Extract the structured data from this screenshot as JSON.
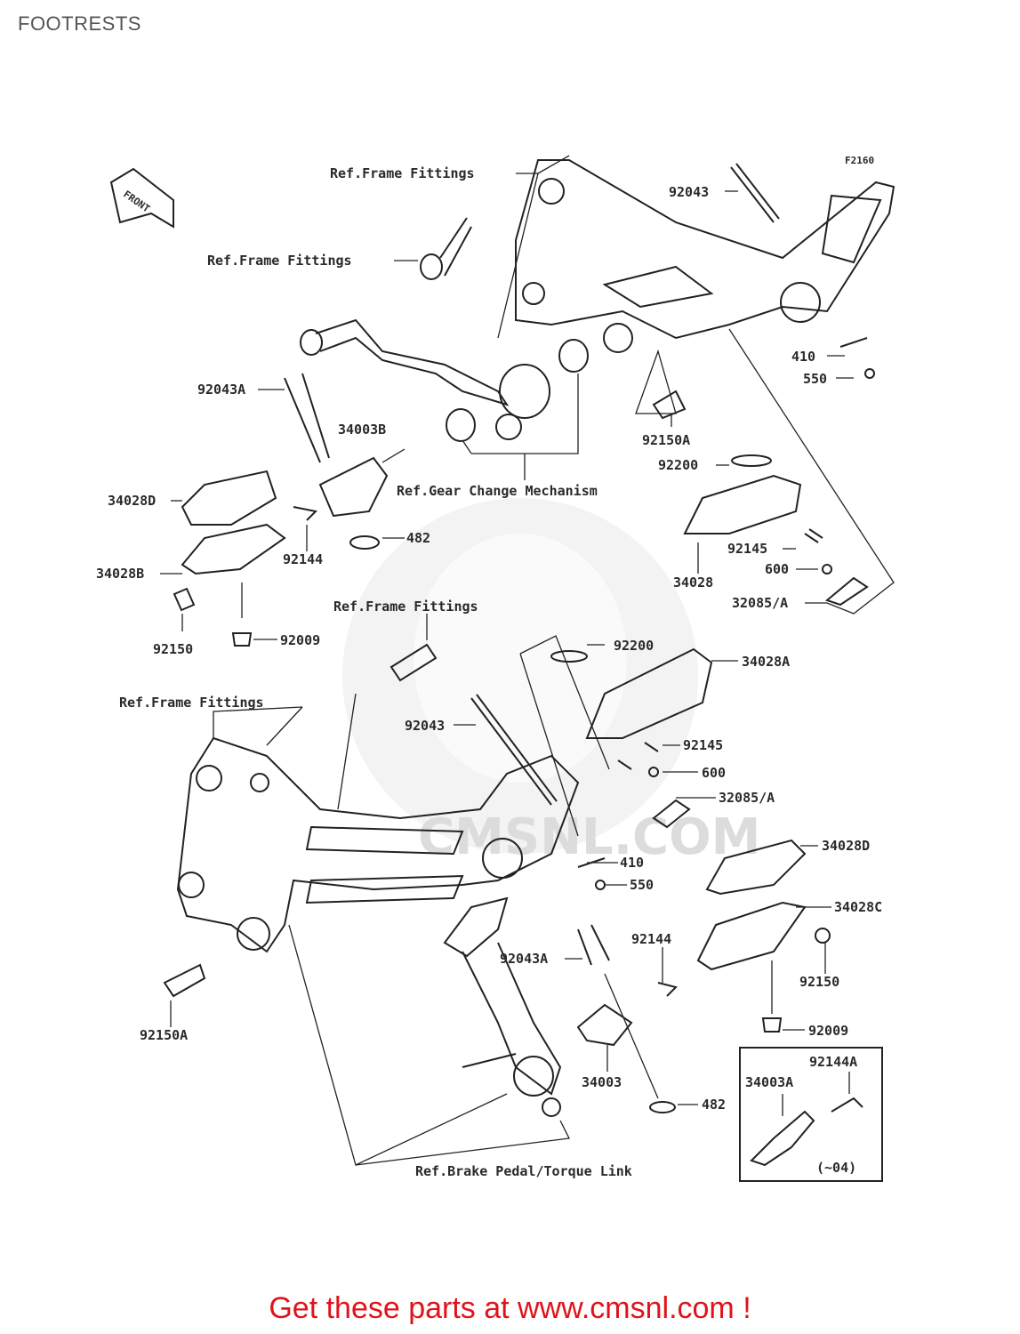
{
  "page": {
    "title": "FOOTRESTS",
    "diagram_code": "F2160",
    "banner": "Get these parts at www.cmsnl.com !"
  },
  "watermark": {
    "text": "CMSNL.COM"
  },
  "front_arrow": {
    "text": "FRONT"
  },
  "refs": {
    "frame_fittings": "Ref.Frame Fittings",
    "gear_change": "Ref.Gear Change Mechanism",
    "brake_pedal": "Ref.Brake Pedal/Torque Link"
  },
  "parts": {
    "p92043_top": "92043",
    "p410_top": "410",
    "p550_top": "550",
    "p92043A_top": "92043A",
    "p34003B": "34003B",
    "p92150A_top": "92150A",
    "p92200_top": "92200",
    "p34028D_top": "34028D",
    "p92144_top": "92144",
    "p482_top": "482",
    "p34028B": "34028B",
    "p92145_top": "92145",
    "p600_top": "600",
    "p34028": "34028",
    "p32085_top": "32085/A",
    "p92150": "92150",
    "p92009_top": "92009",
    "p92200_mid": "92200",
    "p34028A": "34028A",
    "p92043_mid": "92043",
    "p92145_mid": "92145",
    "p600_mid": "600",
    "p32085_mid": "32085/A",
    "p34028D_bot": "34028D",
    "p410_mid": "410",
    "p550_mid": "550",
    "p34028C": "34028C",
    "p92043A_bot": "92043A",
    "p92144_bot": "92144",
    "p92150_bot": "92150",
    "p92150A_bot": "92150A",
    "p92009_bot": "92009",
    "p34003": "34003",
    "p482_bot": "482",
    "p34003A": "34003A",
    "p92144A": "92144A",
    "note_04": "(~04)"
  }
}
